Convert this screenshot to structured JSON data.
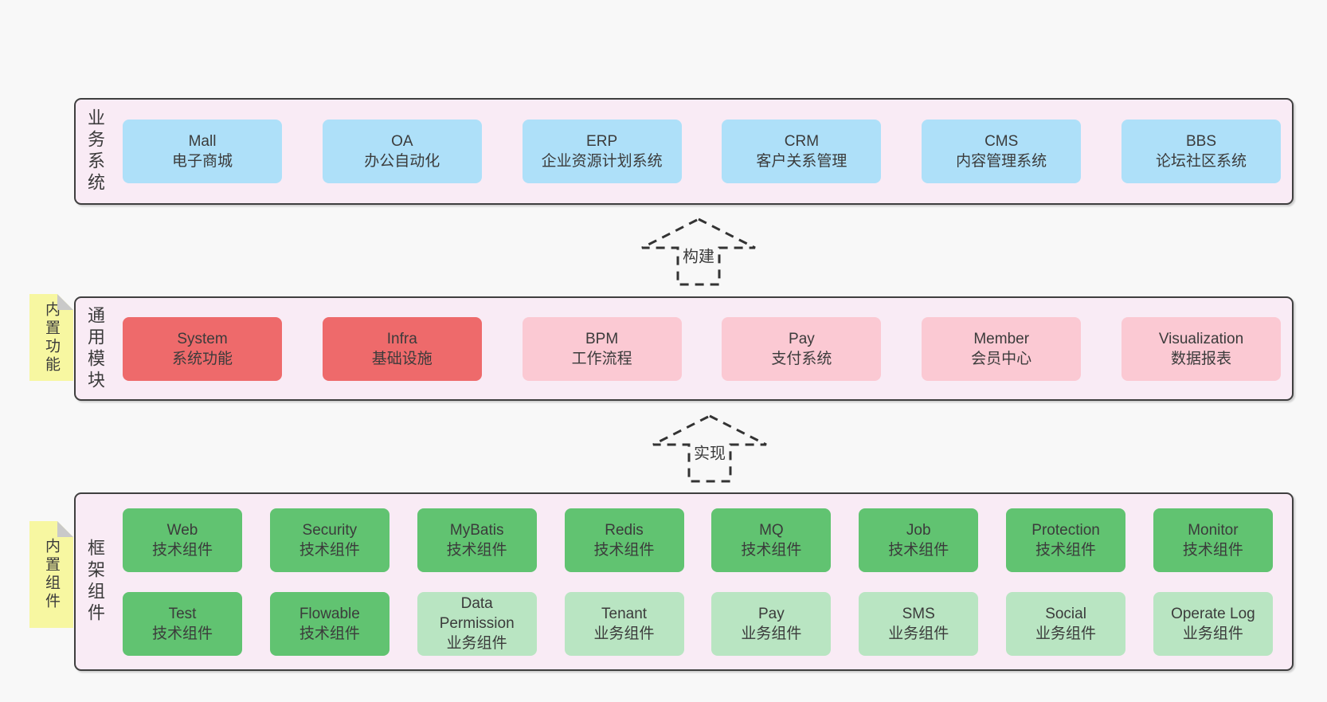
{
  "colors": {
    "page_bg": "#f8f8f8",
    "container_bg": "#f9ebf5",
    "container_border": "#3f3f3f",
    "text": "#3b3b3b",
    "arrow": "#333333",
    "sticky_bg": "#f7f7a1",
    "sticky_fold": "#c9c9c9",
    "blue": "#aee0f9",
    "red": "#ee6a6b",
    "pink": "#fbc9d3",
    "green": "#61c371",
    "lightgreen": "#b9e5c2"
  },
  "arrows": [
    {
      "label": "构建"
    },
    {
      "label": "实现"
    }
  ],
  "layers": [
    {
      "id": "business-systems",
      "label": "业务系统",
      "rows": [
        [
          {
            "title": "Mall",
            "subtitle": "电子商城",
            "color": "blue"
          },
          {
            "title": "OA",
            "subtitle": "办公自动化",
            "color": "blue"
          },
          {
            "title": "ERP",
            "subtitle": "企业资源计划系统",
            "color": "blue"
          },
          {
            "title": "CRM",
            "subtitle": "客户关系管理",
            "color": "blue"
          },
          {
            "title": "CMS",
            "subtitle": "内容管理系统",
            "color": "blue"
          },
          {
            "title": "BBS",
            "subtitle": "论坛社区系统",
            "color": "blue"
          }
        ]
      ]
    },
    {
      "id": "common-modules",
      "label": "通用模块",
      "sticky": "内置功能",
      "rows": [
        [
          {
            "title": "System",
            "subtitle": "系统功能",
            "color": "red"
          },
          {
            "title": "Infra",
            "subtitle": "基础设施",
            "color": "red"
          },
          {
            "title": "BPM",
            "subtitle": "工作流程",
            "color": "pink"
          },
          {
            "title": "Pay",
            "subtitle": "支付系统",
            "color": "pink"
          },
          {
            "title": "Member",
            "subtitle": "会员中心",
            "color": "pink"
          },
          {
            "title": "Visualization",
            "subtitle": "数据报表",
            "color": "pink"
          }
        ]
      ]
    },
    {
      "id": "framework-components",
      "label": "框架组件",
      "sticky": "内置组件",
      "rows": [
        [
          {
            "title": "Web",
            "subtitle": "技术组件",
            "color": "green"
          },
          {
            "title": "Security",
            "subtitle": "技术组件",
            "color": "green"
          },
          {
            "title": "MyBatis",
            "subtitle": "技术组件",
            "color": "green"
          },
          {
            "title": "Redis",
            "subtitle": "技术组件",
            "color": "green"
          },
          {
            "title": "MQ",
            "subtitle": "技术组件",
            "color": "green"
          },
          {
            "title": "Job",
            "subtitle": "技术组件",
            "color": "green"
          },
          {
            "title": "Protection",
            "subtitle": "技术组件",
            "color": "green"
          },
          {
            "title": "Monitor",
            "subtitle": "技术组件",
            "color": "green"
          }
        ],
        [
          {
            "title": "Test",
            "subtitle": "技术组件",
            "color": "green"
          },
          {
            "title": "Flowable",
            "subtitle": "技术组件",
            "color": "green"
          },
          {
            "title": "Data Permission",
            "subtitle": "业务组件",
            "color": "lightgreen"
          },
          {
            "title": "Tenant",
            "subtitle": "业务组件",
            "color": "lightgreen"
          },
          {
            "title": "Pay",
            "subtitle": "业务组件",
            "color": "lightgreen"
          },
          {
            "title": "SMS",
            "subtitle": "业务组件",
            "color": "lightgreen"
          },
          {
            "title": "Social",
            "subtitle": "业务组件",
            "color": "lightgreen"
          },
          {
            "title": "Operate Log",
            "subtitle": "业务组件",
            "color": "lightgreen"
          }
        ]
      ]
    }
  ]
}
